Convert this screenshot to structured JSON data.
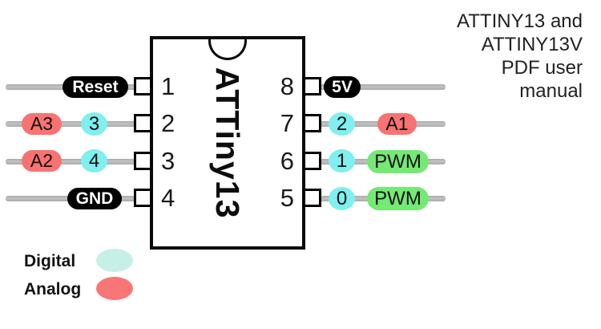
{
  "title": {
    "lines": [
      "ATTINY13 and",
      "ATTINY13V",
      "PDF user",
      "manual"
    ]
  },
  "chip": {
    "label": "ATTiny13",
    "pin_numbers_left": [
      "1",
      "2",
      "3",
      "4"
    ],
    "pin_numbers_right": [
      "8",
      "7",
      "6",
      "5"
    ]
  },
  "pins": {
    "left": [
      {
        "number": "1",
        "labels": [
          {
            "text": "Reset",
            "type": "power"
          }
        ]
      },
      {
        "number": "2",
        "labels": [
          {
            "text": "A3",
            "type": "analog"
          },
          {
            "text": "3",
            "type": "digital"
          }
        ]
      },
      {
        "number": "3",
        "labels": [
          {
            "text": "A2",
            "type": "analog"
          },
          {
            "text": "4",
            "type": "digital"
          }
        ]
      },
      {
        "number": "4",
        "labels": [
          {
            "text": "GND",
            "type": "power"
          }
        ]
      }
    ],
    "right": [
      {
        "number": "8",
        "labels": [
          {
            "text": "5V",
            "type": "power"
          }
        ]
      },
      {
        "number": "7",
        "labels": [
          {
            "text": "2",
            "type": "digital"
          },
          {
            "text": "A1",
            "type": "analog"
          }
        ]
      },
      {
        "number": "6",
        "labels": [
          {
            "text": "1",
            "type": "digital"
          },
          {
            "text": "PWM",
            "type": "pwm"
          }
        ]
      },
      {
        "number": "5",
        "labels": [
          {
            "text": "0",
            "type": "digital"
          },
          {
            "text": "PWM",
            "type": "pwm"
          }
        ]
      }
    ]
  },
  "legend": {
    "items": [
      {
        "label": "Digital",
        "color": "#c6f0e7"
      },
      {
        "label": "Analog",
        "color": "#f97676"
      }
    ]
  },
  "colors": {
    "digital_pill": "#7fefef",
    "analog_pill": "#f87272",
    "pwm_pill": "#74e974",
    "power_pill": "#000000",
    "wire": "#b4b4b4",
    "chip_border": "#0a0a0a"
  }
}
